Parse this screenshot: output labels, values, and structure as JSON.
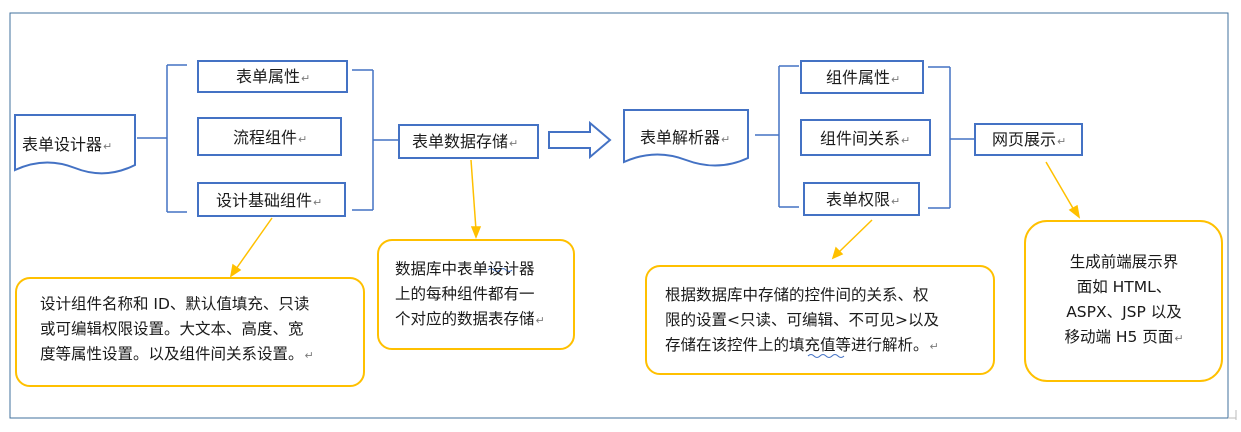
{
  "nodes": {
    "designer": "表单设计器",
    "form_props": "表单属性",
    "flow_component": "流程组件",
    "basic_components": "设计基础组件",
    "storage": "表单数据存储",
    "parser": "表单解析器",
    "component_props": "组件属性",
    "component_relations": "组件间关系",
    "form_permissions": "表单权限",
    "web_display": "网页展示"
  },
  "notes": {
    "designer_note": [
      "设计组件名称和 ID、默认值填充、只读",
      "或可编辑权限设置。大文本、高度、宽",
      "度等属性设置。以及组件间关系设置。"
    ],
    "storage_note": [
      "数据库中表单设计器",
      "上的每种组件都有一",
      "个对应的数据表存储"
    ],
    "parser_note": [
      "根据数据库中存储的控件间的关系、权",
      "限的设置<只读、可编辑、不可见>以及",
      "存储在该控件上的填充值等进行解析。"
    ],
    "display_note": [
      "生成前端展示界",
      "面如 HTML、",
      "ASPX、JSP 以及",
      "移动端 H5 页面"
    ]
  },
  "colors": {
    "node_border": "#4472C4",
    "callout_border": "#FFC000",
    "frame": "#41719C"
  }
}
